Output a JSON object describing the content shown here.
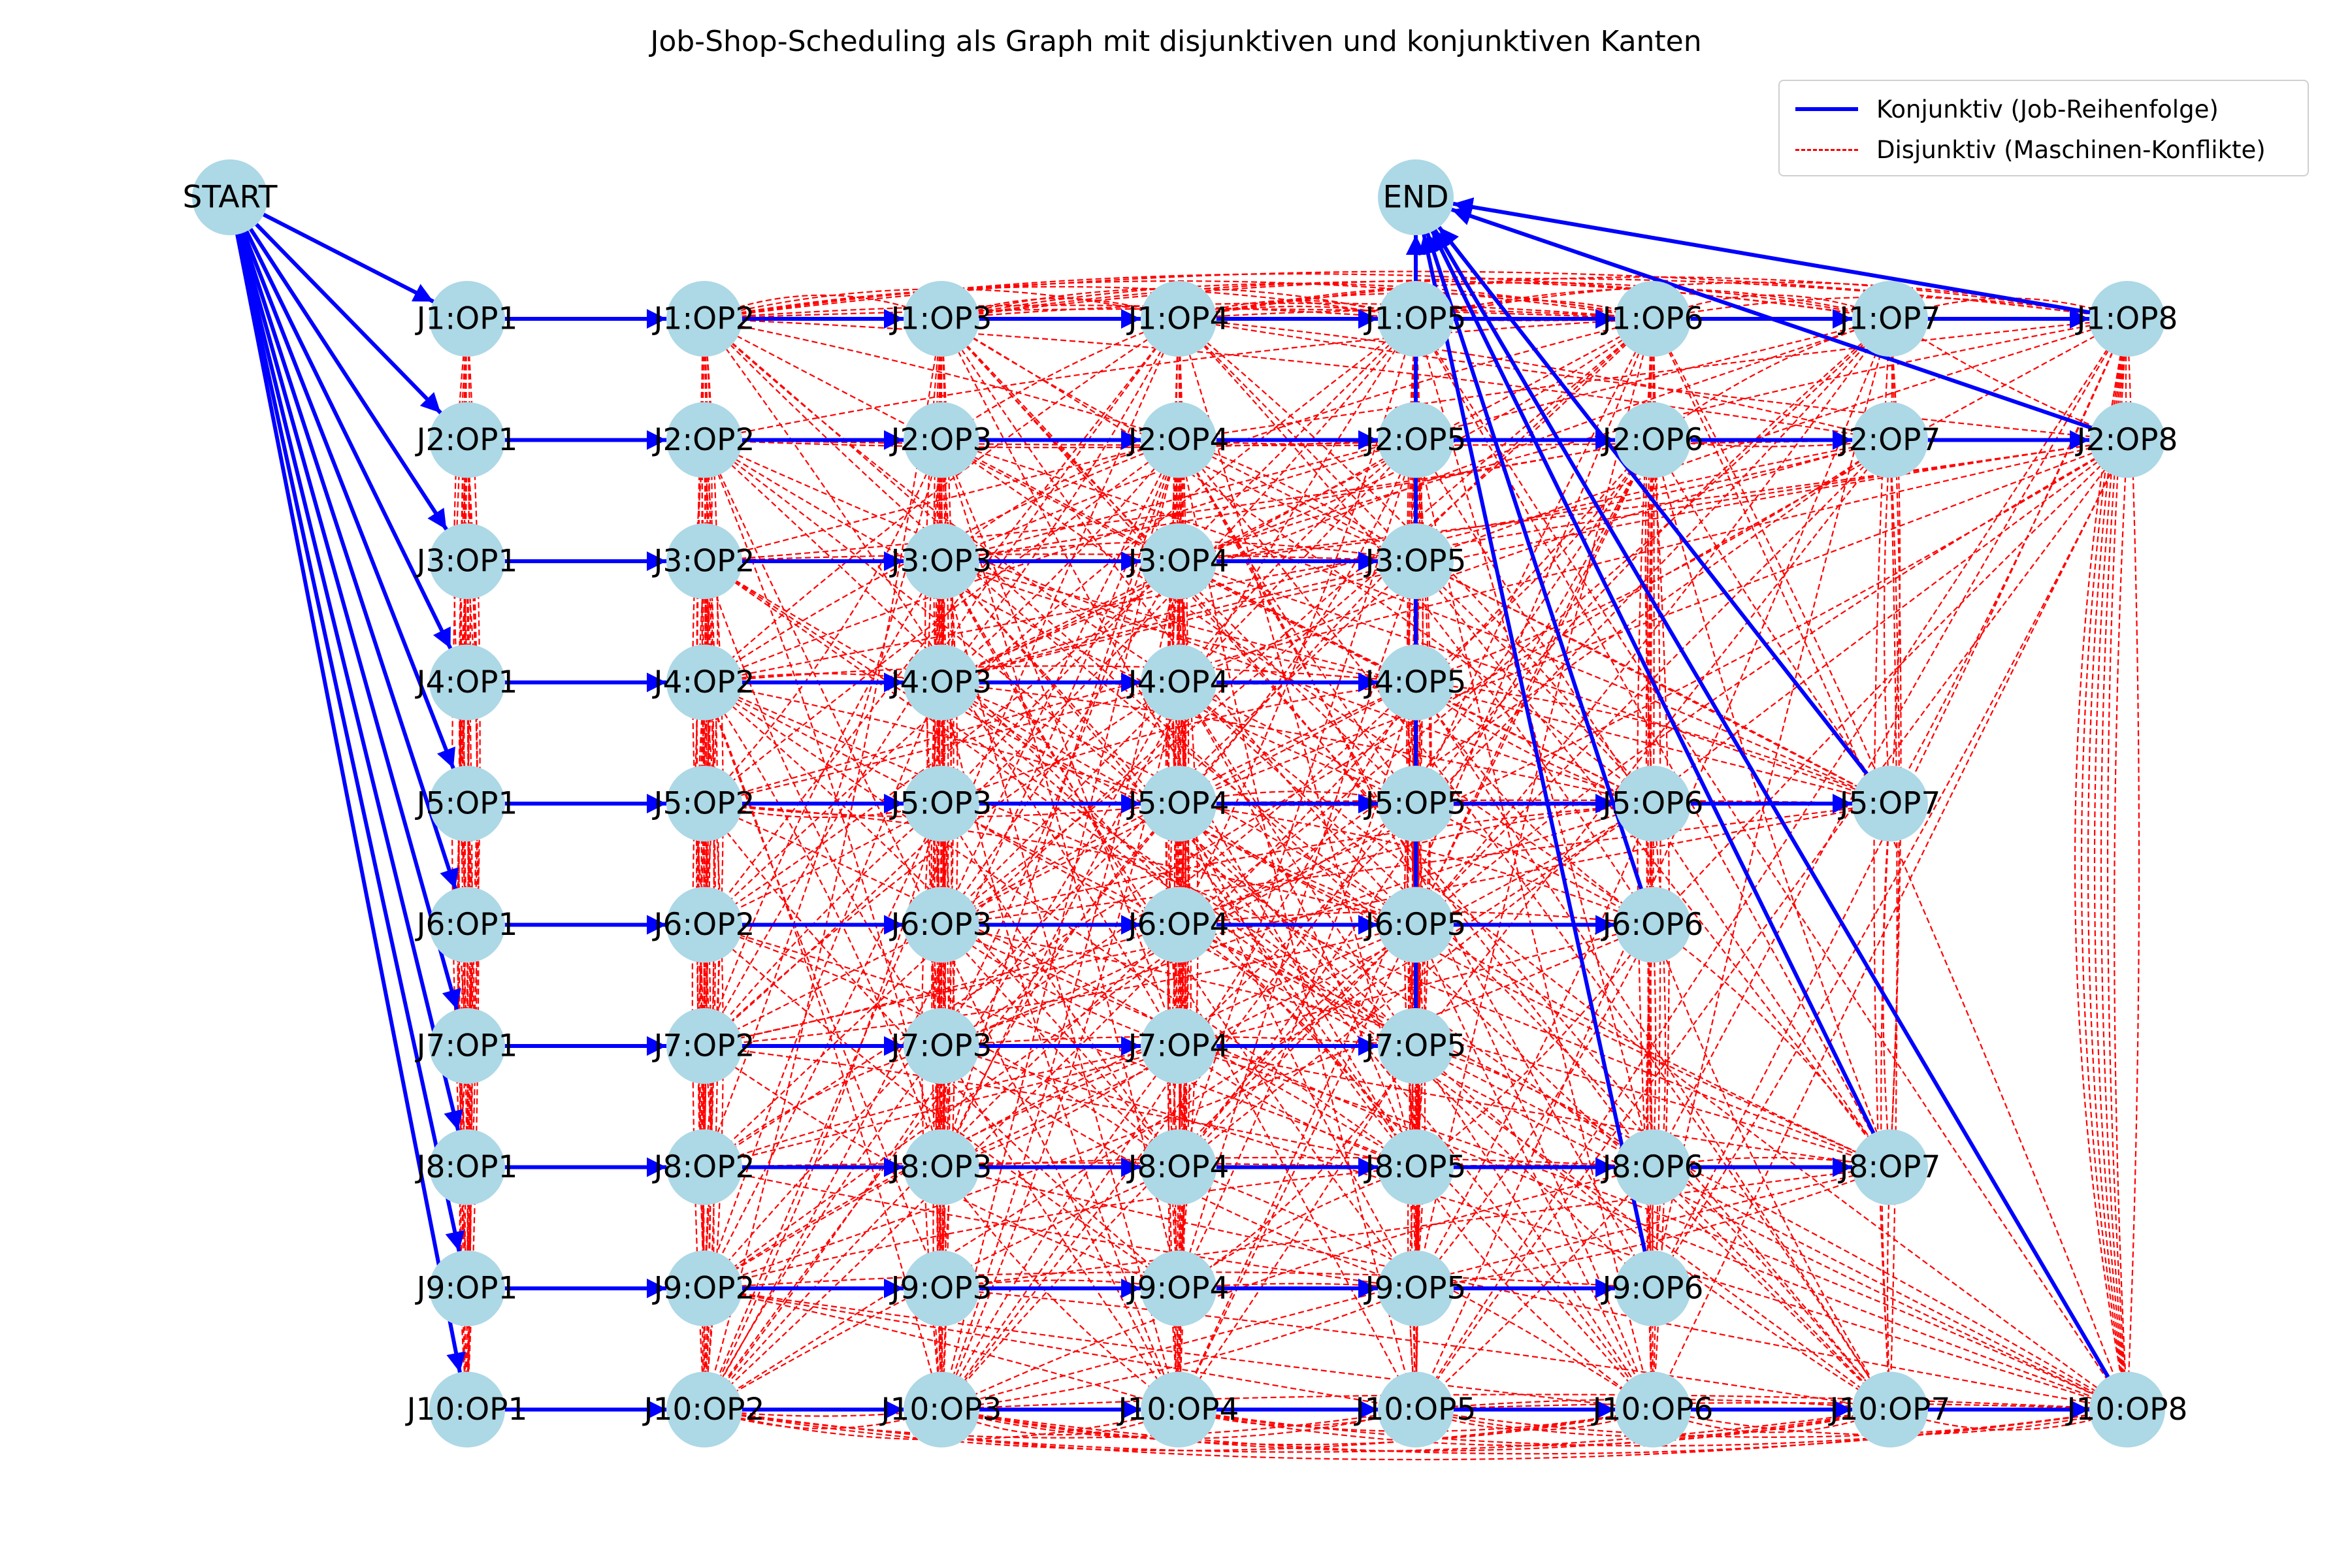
{
  "title": "Job-Shop-Scheduling als Graph mit disjunktiven und konjunktiven Kanten",
  "colors": {
    "node_fill": "#add8e6",
    "conjunctive": "#0000ff",
    "disjunctive": "#ff0000",
    "background": "#ffffff"
  },
  "legend": {
    "conjunctive_label": "Konjunktiv (Job-Reihenfolge)",
    "disjunctive_label": "Disjunktiv (Maschinen-Konflikte)"
  },
  "start_label": "START",
  "end_label": "END",
  "jobs": [
    {
      "job": 1,
      "ops": [
        "J1:OP1",
        "J1:OP2",
        "J1:OP3",
        "J1:OP4",
        "J1:OP5",
        "J1:OP6",
        "J1:OP7",
        "J1:OP8"
      ]
    },
    {
      "job": 2,
      "ops": [
        "J2:OP1",
        "J2:OP2",
        "J2:OP3",
        "J2:OP4",
        "J2:OP5",
        "J2:OP6",
        "J2:OP7",
        "J2:OP8"
      ]
    },
    {
      "job": 3,
      "ops": [
        "J3:OP1",
        "J3:OP2",
        "J3:OP3",
        "J3:OP4",
        "J3:OP5"
      ]
    },
    {
      "job": 4,
      "ops": [
        "J4:OP1",
        "J4:OP2",
        "J4:OP3",
        "J4:OP4",
        "J4:OP5"
      ]
    },
    {
      "job": 5,
      "ops": [
        "J5:OP1",
        "J5:OP2",
        "J5:OP3",
        "J5:OP4",
        "J5:OP5",
        "J5:OP6",
        "J5:OP7"
      ]
    },
    {
      "job": 6,
      "ops": [
        "J6:OP1",
        "J6:OP2",
        "J6:OP3",
        "J6:OP4",
        "J6:OP5",
        "J6:OP6"
      ]
    },
    {
      "job": 7,
      "ops": [
        "J7:OP1",
        "J7:OP2",
        "J7:OP3",
        "J7:OP4",
        "J7:OP5"
      ]
    },
    {
      "job": 8,
      "ops": [
        "J8:OP1",
        "J8:OP2",
        "J8:OP3",
        "J8:OP4",
        "J8:OP5",
        "J8:OP6",
        "J8:OP7"
      ]
    },
    {
      "job": 9,
      "ops": [
        "J9:OP1",
        "J9:OP2",
        "J9:OP3",
        "J9:OP4",
        "J9:OP5",
        "J9:OP6"
      ]
    },
    {
      "job": 10,
      "ops": [
        "J10:OP1",
        "J10:OP2",
        "J10:OP3",
        "J10:OP4",
        "J10:OP5",
        "J10:OP6",
        "J10:OP7",
        "J10:OP8"
      ]
    }
  ]
}
